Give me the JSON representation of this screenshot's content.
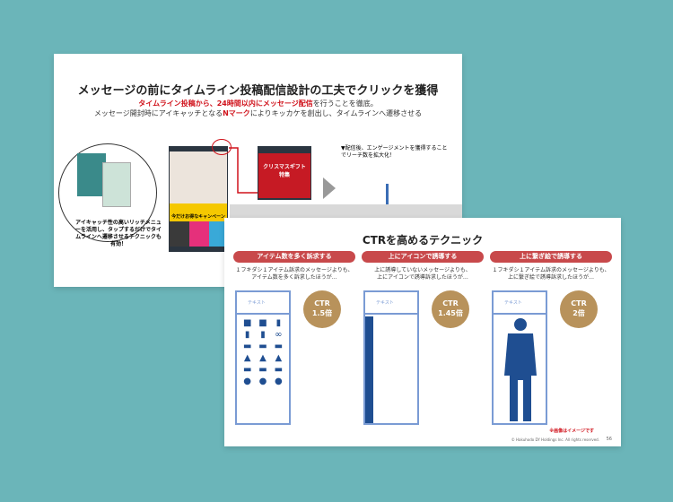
{
  "slide1": {
    "title": "メッセージの前にタイムライン投稿配信設計の工夫でクリックを獲得",
    "line1_red": "タイムライン投稿から、24時間以内にメッセージ配信",
    "line1_rest": "を行うことを徹底。",
    "line2_a": "メッセージ開封時にアイキャッチとなる",
    "line2_red": "Nマーク",
    "line2_b": "によりキッカケを創出し、タイムラインへ遷移させる",
    "bubble_text": "アイキャッチ性の高いリッチメニューを活用し、タップするだけでタイムラインへ遷移させるテクニックも有効！",
    "campaign": "今だけお得なキャンペーン",
    "xmas": "クリスマスギフト特集",
    "chart_note": "▼配信後、エンゲージメントを獲得することでリーチ数を拡大化！"
  },
  "slide2": {
    "title": "CTRを高めるテクニック",
    "columns": [
      {
        "label": "アイテム数を多く訴求する",
        "desc1": "１フキダシ１アイテム訴求のメッセージよりも、",
        "desc2": "アイテム数を多く訴求したほうが…",
        "ctr_label": "CTR",
        "ctr_value": "1.5倍",
        "mock_text": "テキスト"
      },
      {
        "label": "上にアイコンで誘導する",
        "desc1": "上に誘導していないメッセージよりも、",
        "desc2": "上にアイコンで誘導訴求したほうが…",
        "ctr_label": "CTR",
        "ctr_value": "1.45倍",
        "mock_text": "テキスト"
      },
      {
        "label": "上に繋ぎ絵で誘導する",
        "desc1": "１フキダシ１アイテム訴求のメッセージよりも、",
        "desc2": "上に繋ぎ絵で誘導訴求したほうが…",
        "ctr_label": "CTR",
        "ctr_value": "2倍",
        "mock_text": "テキスト"
      }
    ],
    "note": "※画像はイメージです",
    "copyright": "© Hakuhodo DY Holdings Inc. All rights reserved.",
    "page": "56"
  }
}
